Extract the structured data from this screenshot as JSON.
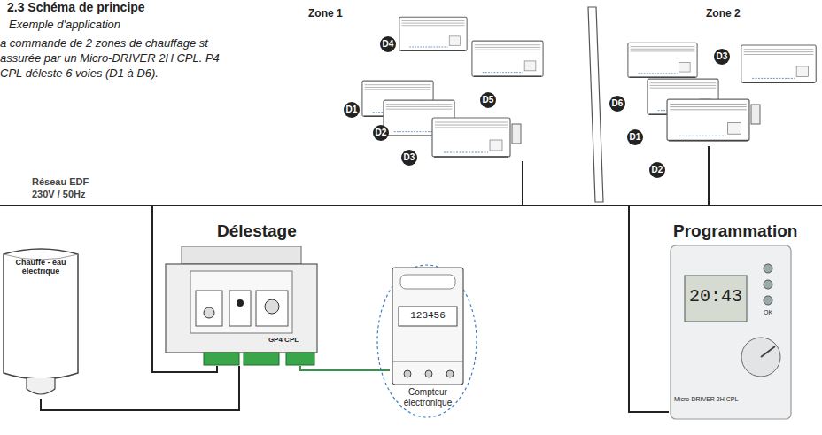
{
  "diagram": {
    "title": "2.3 Schéma de principe",
    "nodes": [
      {
        "text": [
          "Chauffe - eau électrique"
        ]
      },
      {
        "text": [
          "GP4 CPL"
        ]
      },
      {
        "text": [
          "123456",
          "Compteur électronique"
        ]
      },
      {
        "text": [
          "20:43",
          "OK",
          "Micro-DRIVER 2H CPL"
        ]
      }
    ],
    "edges": [
      {
        "from": 0,
        "to": 1,
        "arrow": "none"
      },
      {
        "from": 1,
        "to": 2,
        "arrow": "none"
      }
    ],
    "labels": [
      "Exemple d'application",
      "a commande de 2 zones de chauffage st assurée par un Micro-DRIVER 2H CPL. P4 CPL déleste 6 voies (D1 à D6).",
      "Zone 1",
      "Zone 2",
      "D1",
      "D2",
      "D3",
      "D4",
      "D5",
      "D6",
      "D1",
      "D2",
      "D3",
      "Réseau EDF 230V / 50Hz",
      "Délestage",
      "Programmation"
    ]
  }
}
